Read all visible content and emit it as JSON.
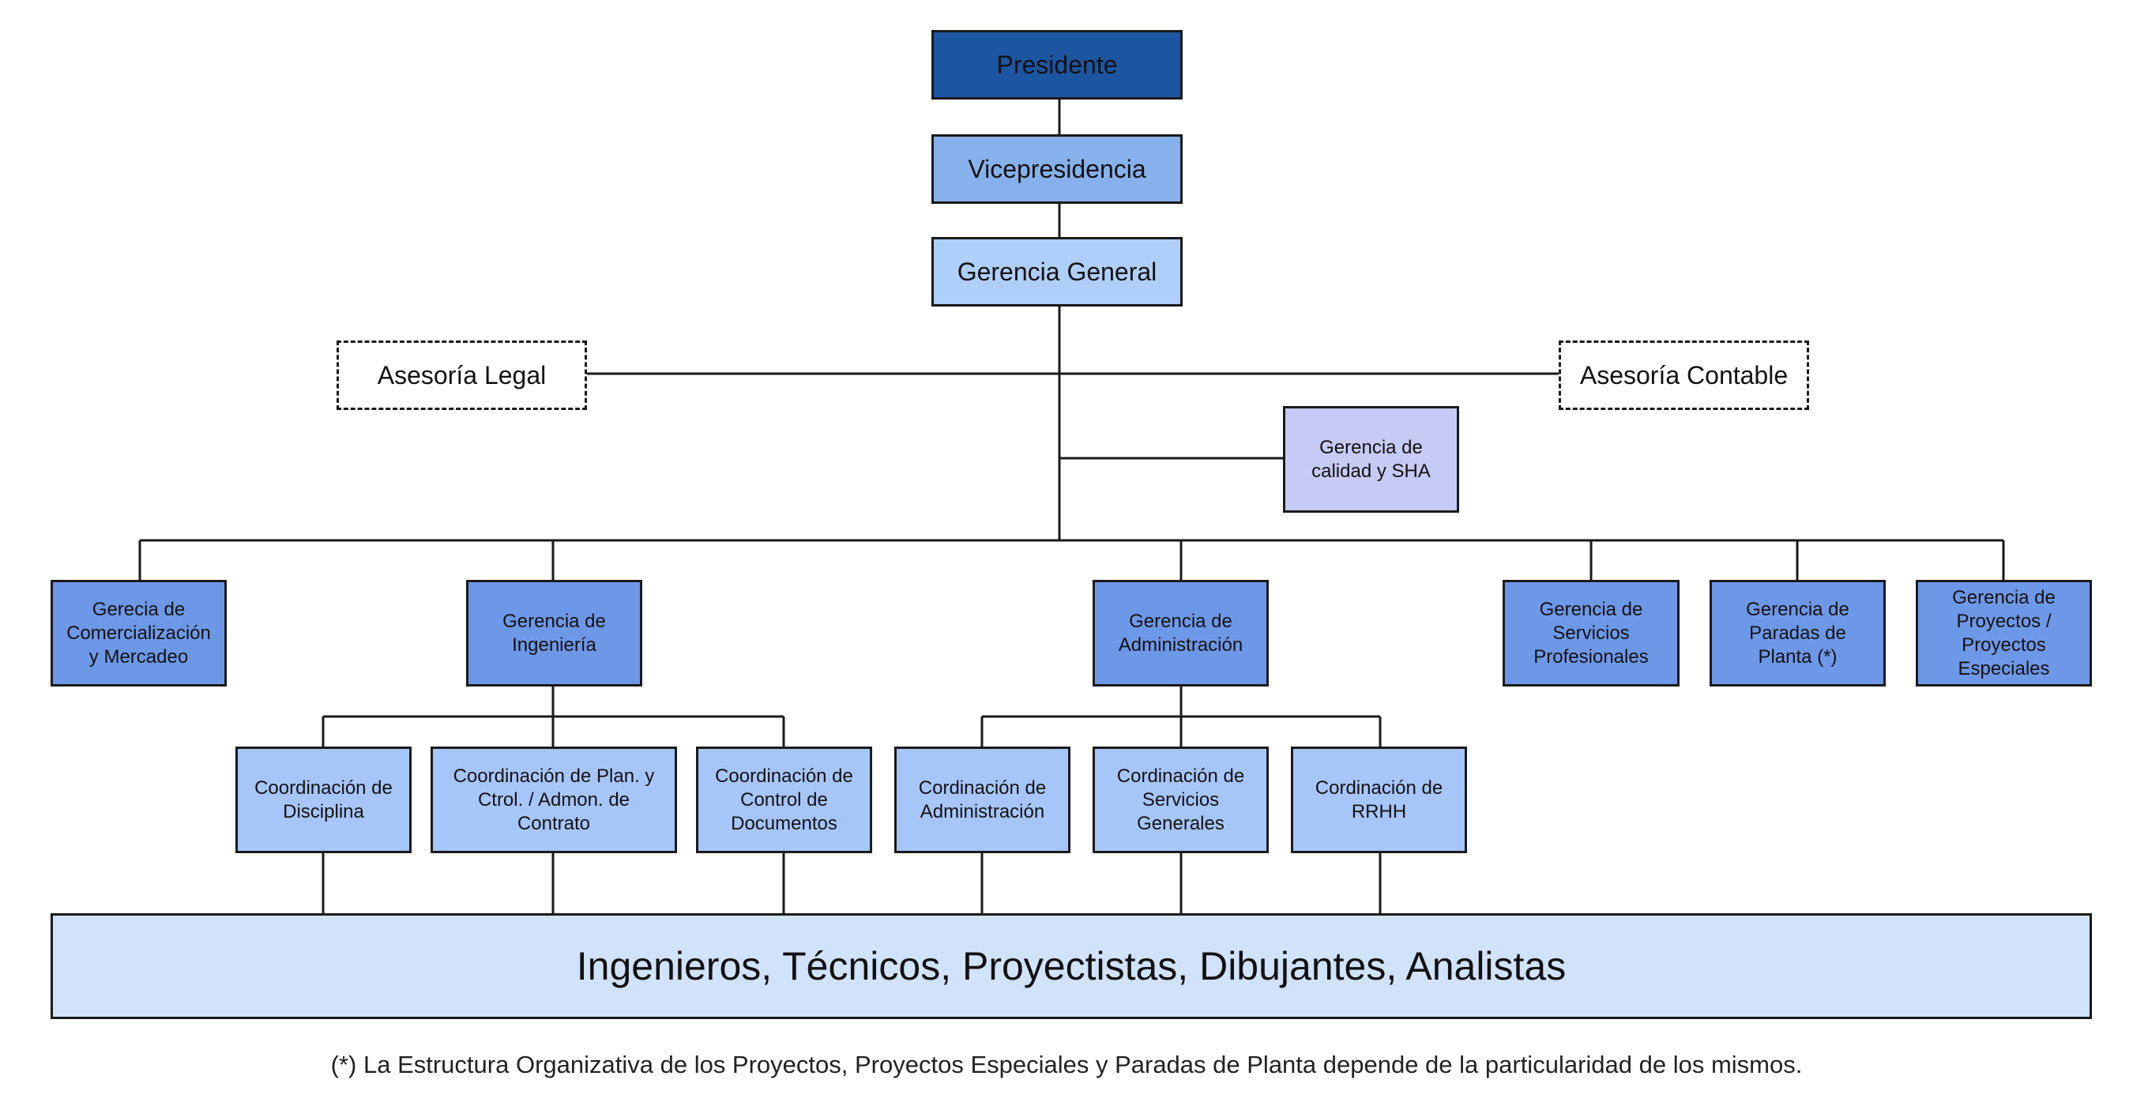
{
  "colors": {
    "presidente": "#1c56a1",
    "vicepresidencia": "#86b1ec",
    "gerencia_general": "#aecff9",
    "calidad": "#c6cbf6",
    "gerencias": "#6d98e8",
    "coordinaciones": "#a6c6fa",
    "staff_band": "#d1e2fb",
    "line": "#1a1a1a"
  },
  "top": {
    "presidente": "Presidente",
    "vicepresidencia": "Vicepresidencia",
    "gerencia_general": "Gerencia General"
  },
  "advisors": {
    "legal": "Asesoría Legal",
    "contable": "Asesoría Contable"
  },
  "calidad": "Gerencia de\ncalidad y SHA",
  "gerencias": [
    "Gerecia de\nComercialización\ny Mercadeo",
    "Gerencia de\nIngeniería",
    "Gerencia de\nAdministración",
    "Gerencia de\nServicios\nProfesionales",
    "Gerencia de\nParadas de\nPlanta (*)",
    "Gerencia de\nProyectos /\nProyectos\nEspeciales"
  ],
  "coordinaciones_ingenieria": [
    "Coordinación de\nDisciplina",
    "Coordinación de Plan. y\nCtrol. / Admon.  de\nContrato",
    "Coordinación de\nControl de\nDocumentos"
  ],
  "coordinaciones_administracion": [
    "Cordinación  de\nAdministración",
    "Cordinación  de\nServicios\nGenerales",
    "Cordinación  de\nRRHH"
  ],
  "staff_band": "Ingenieros, Técnicos, Proyectistas, Dibujantes, Analistas",
  "footnote": "(*) La Estructura Organizativa de los Proyectos, Proyectos Especiales y Paradas de Planta depende de la particularidad de los mismos."
}
